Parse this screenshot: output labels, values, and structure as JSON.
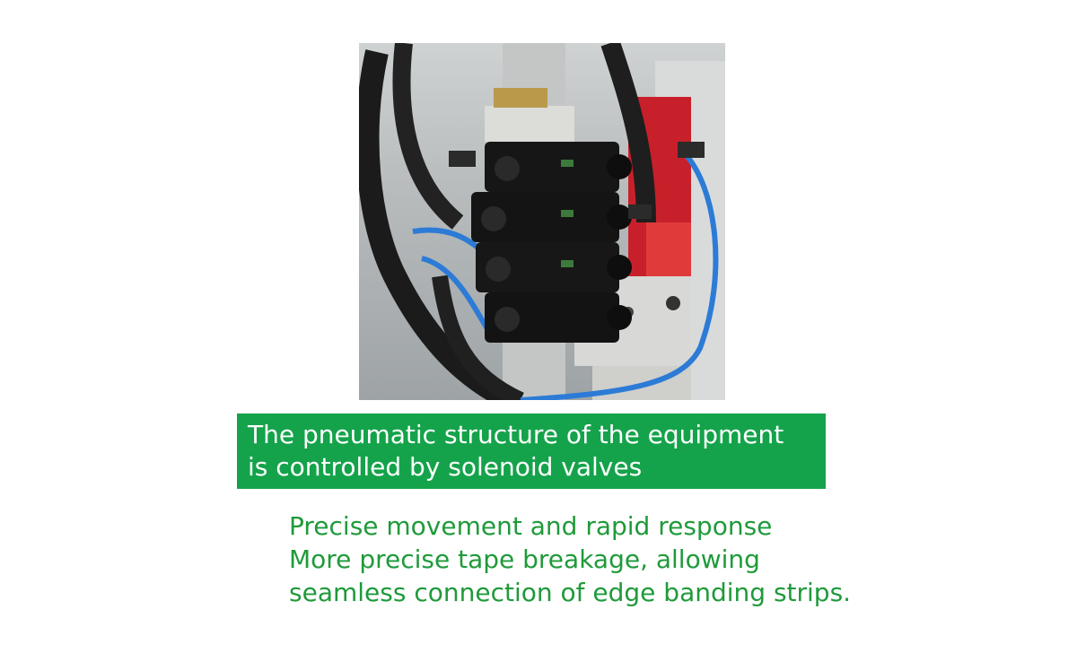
{
  "banner": {
    "line1": "The pneumatic structure of the equipment",
    "line2": "is controlled by solenoid valves"
  },
  "features": {
    "line1": "Precise movement and rapid response",
    "line2": "More precise tape breakage, allowing",
    "line3": "seamless connection of edge banding strips."
  },
  "colors": {
    "banner_bg": "#14a34a",
    "banner_text": "#ffffff",
    "features_text": "#1f9a3a"
  }
}
